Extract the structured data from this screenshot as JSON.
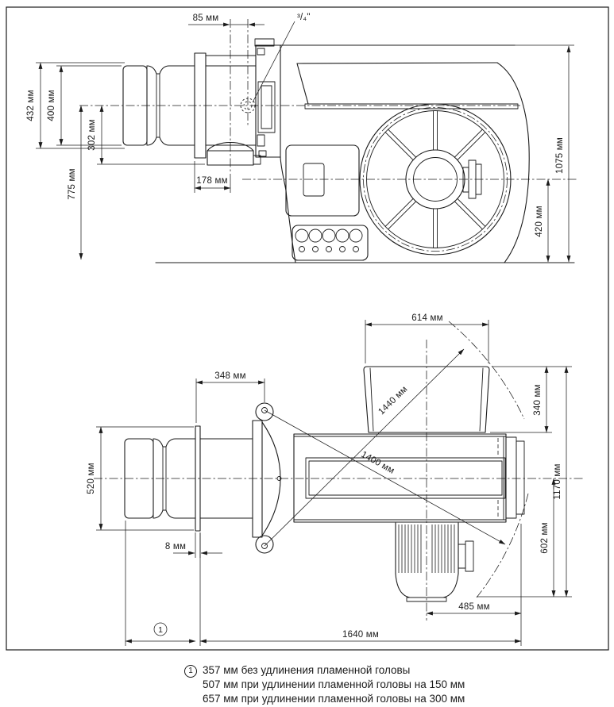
{
  "drawing": {
    "kind": "burner dimensional drawing",
    "units": "мм",
    "line_color": "#1b1b1b",
    "background": "#ffffff"
  },
  "top_view": {
    "dims": {
      "d85": "85 мм",
      "d3_4": "³/₄\"",
      "d432": "432 мм",
      "d400": "400 мм",
      "d302": "302 мм",
      "d775": "775 мм",
      "d178": "178 мм",
      "d1075": "1075 мм",
      "d420": "420 мм"
    }
  },
  "plan_view": {
    "dims": {
      "d614": "614 мм",
      "d348": "348 мм",
      "d1440": "1440 мм",
      "d1400": "1400 мм",
      "d340": "340 мм",
      "d1170": "1170 мм",
      "d520": "520 мм",
      "d8": "8 мм",
      "d602": "602 мм",
      "d485": "485 мм",
      "d1640": "1640 мм",
      "ref_marker": "1"
    }
  },
  "footnote": {
    "marker": "1",
    "lines": [
      "357 мм без удлинения пламенной головы",
      "507 мм при удлинении пламенной головы на 150 мм",
      "657 мм при удлинении пламенной головы на 300 мм"
    ]
  }
}
